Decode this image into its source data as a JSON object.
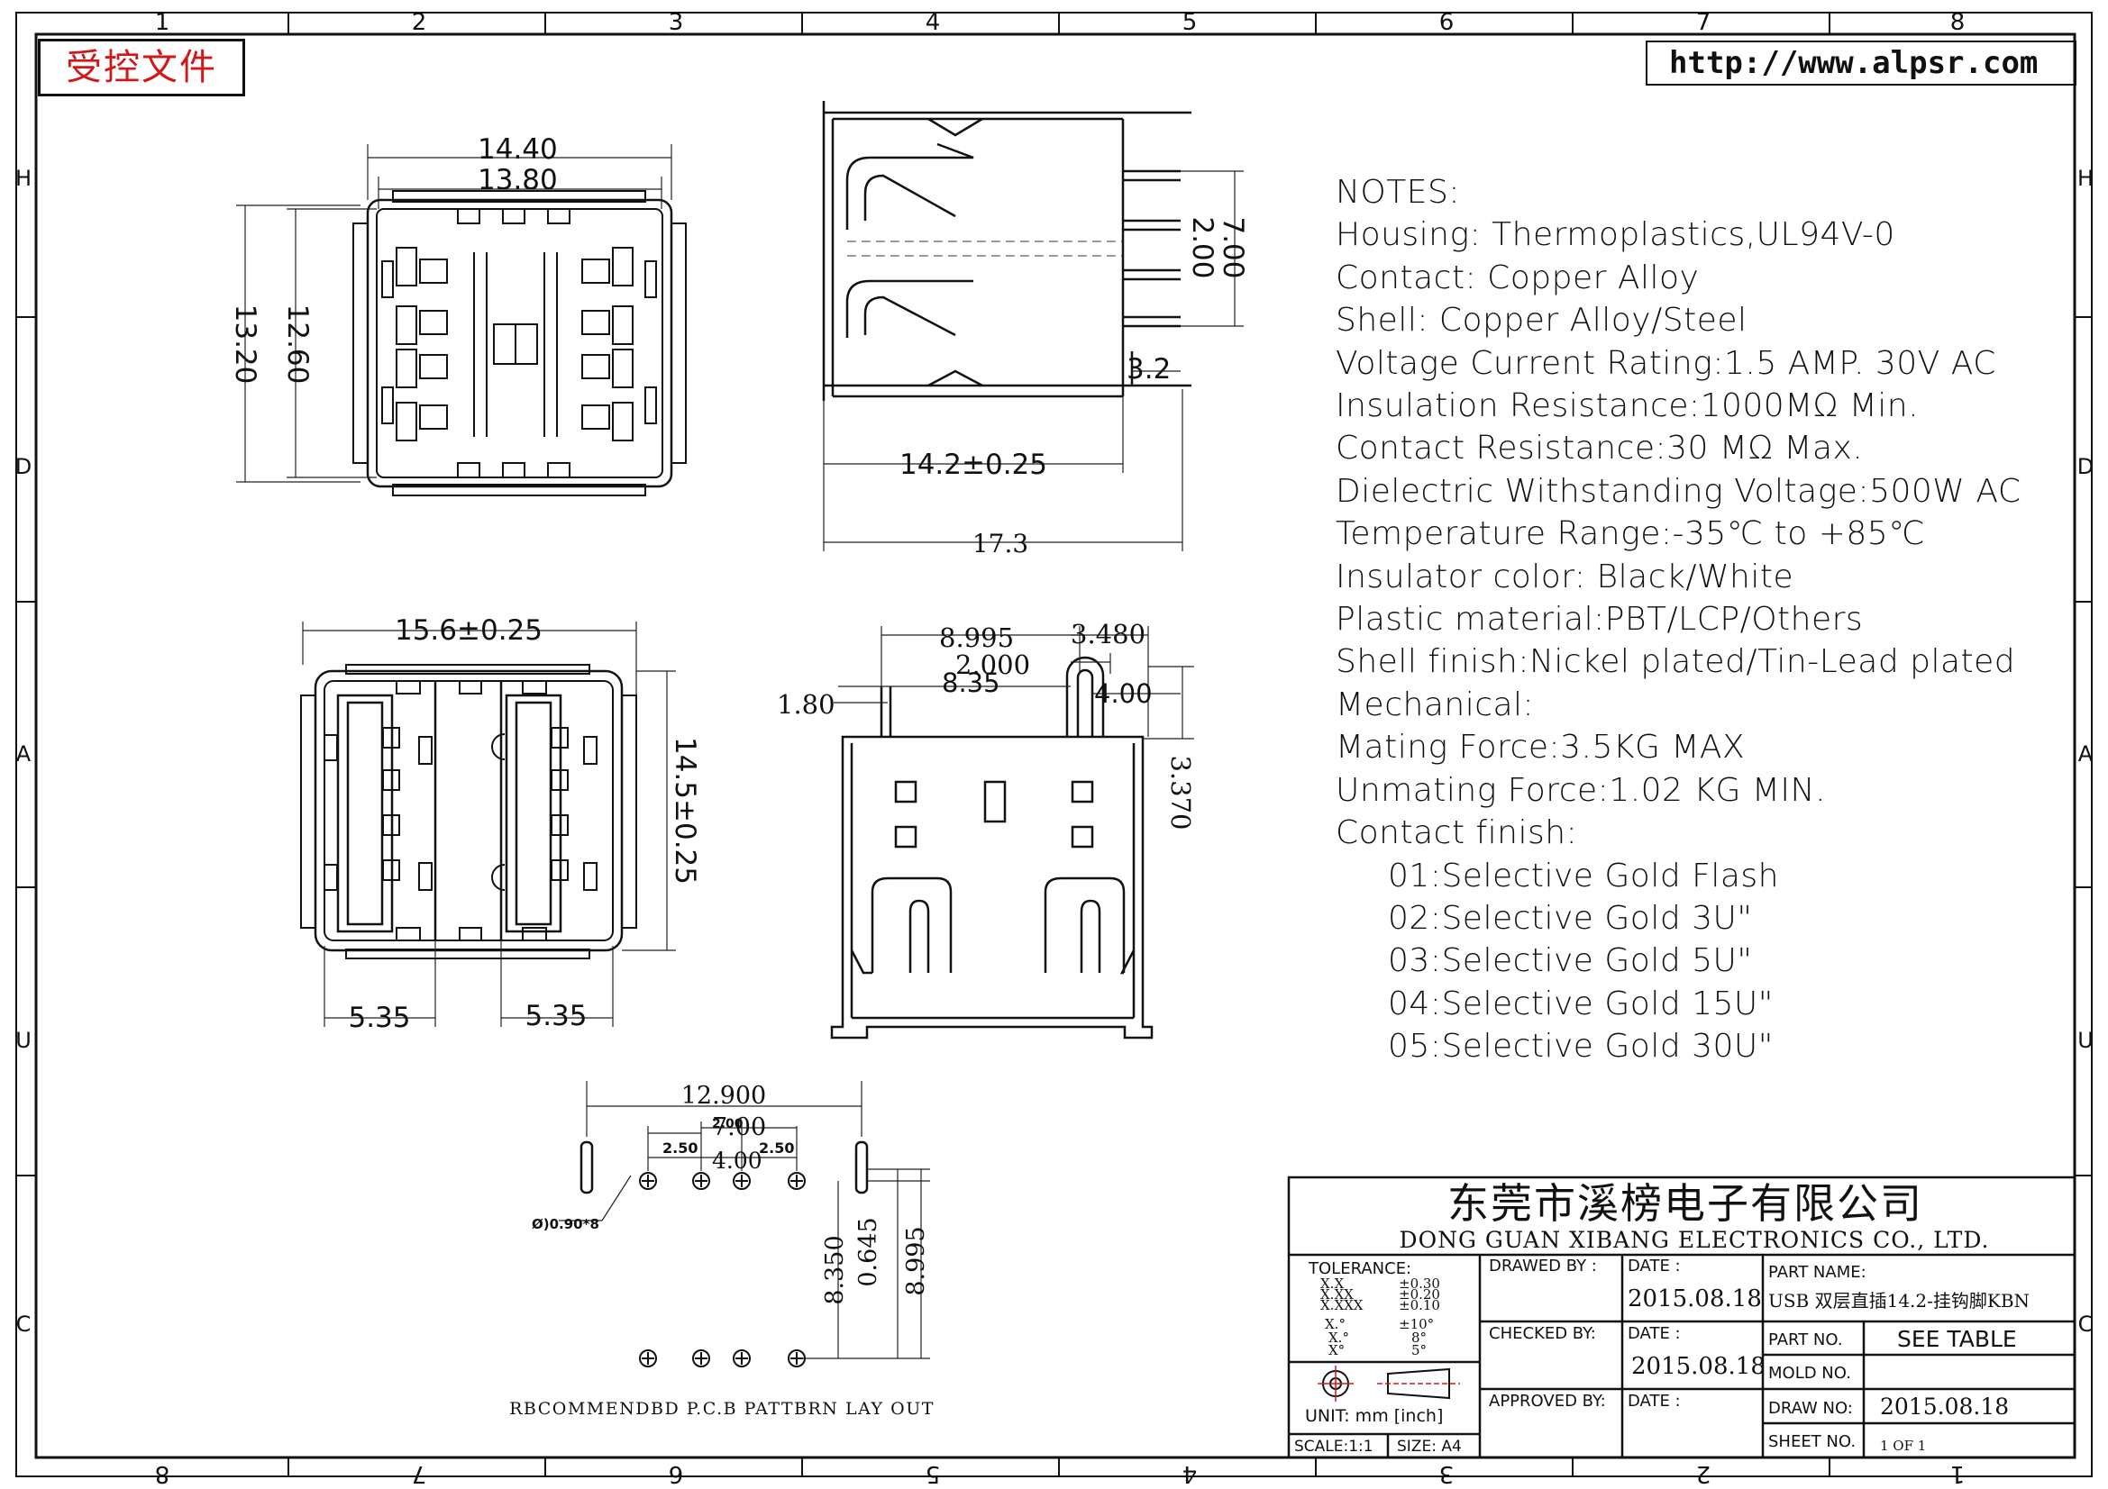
{
  "header": {
    "stamp": "受控文件",
    "url": "http://www.alpsr.com"
  },
  "border": {
    "columns_top": [
      "1",
      "2",
      "3",
      "4",
      "5",
      "6",
      "7",
      "8"
    ],
    "rows": [
      "H",
      "D",
      "A",
      "U",
      "C"
    ]
  },
  "dimensions": {
    "front_top": [
      "14.40",
      "13.80",
      "13.20",
      "12.60"
    ],
    "side_top": [
      "7.00",
      "2.00",
      "3.2",
      "14.2±0.25",
      "17.3"
    ],
    "front_bottom": [
      "15.6±0.25",
      "14.5±0.25",
      "5.35",
      "5.35"
    ],
    "side_bottom": [
      "8.995",
      "3.480",
      "2.000",
      "8.35",
      "1.80",
      "4.00",
      "3.370"
    ],
    "pcb": [
      "12.900",
      "7.00",
      "2.00",
      "2.50",
      "2.50",
      "4.00",
      "Ø)0.90*8",
      "8.350",
      "0.645",
      "8.995"
    ]
  },
  "pcb_caption": "RBCOMMENDBD P.C.B PATTBRN LAY OUT",
  "notes": {
    "lines": [
      "NOTES:",
      "Housing:  Thermoplastics,UL94V-0",
      "Contact:  Copper Alloy",
      "Shell:  Copper Alloy/Steel",
      "Voltage Current Rating:1.5 AMP. 30V AC",
      "Insulation Resistance:1000MΩ Min.",
      "Contact Resistance:30 MΩ Max.",
      "Dielectric Withstanding Voltage:500W AC",
      "Temperature Range:-35℃ to +85℃",
      "Insulator color: Black/White",
      "Plastic material:PBT/LCP/Others",
      "Shell finish:Nickel plated/Tin-Lead plated",
      "Mechanical:",
      "Mating Force:3.5KG MAX",
      "Unmating Force:1.02 KG MIN.",
      "Contact finish:"
    ],
    "finishes": [
      "01:Selective Gold Flash",
      "02:Selective Gold 3U\"",
      "03:Selective Gold 5U\"",
      "04:Selective Gold 15U\"",
      "05:Selective Gold 30U\""
    ]
  },
  "title_block": {
    "company_cn": "东莞市溪榜电子有限公司",
    "company_en": "DONG GUAN XIBANG ELECTRONICS CO., LTD.",
    "tolerance_label": "TOLERANCE:",
    "tol_keys": [
      "X.X",
      "X.XX",
      "X.XXX",
      "X.°",
      "X.°",
      "X°"
    ],
    "tol_vals": [
      "±0.30",
      "±0.20",
      "±0.10",
      "±10°",
      "8°",
      "5°"
    ],
    "unit": "UNIT:  mm  [inch]",
    "scale": "SCALE:1:1",
    "size": "SIZE:  A4",
    "drawn_by": "DRAWED BY :",
    "checked_by": "CHECKED BY:",
    "approved_by": "APPROVED BY:",
    "date_label": "DATE :",
    "date1": "2015.08.18",
    "date2": "2015.08.18",
    "part_name_label": "PART NAME:",
    "part_name": "USB 双层直插14.2-挂钩脚KBN",
    "part_no_label": "PART NO.",
    "part_no": "SEE TABLE",
    "mold_no_label": "MOLD NO.",
    "draw_no_label": "DRAW NO:",
    "draw_no": "2015.08.18",
    "sheet_no_label": "SHEET NO.",
    "sheet": "1 OF 1"
  }
}
